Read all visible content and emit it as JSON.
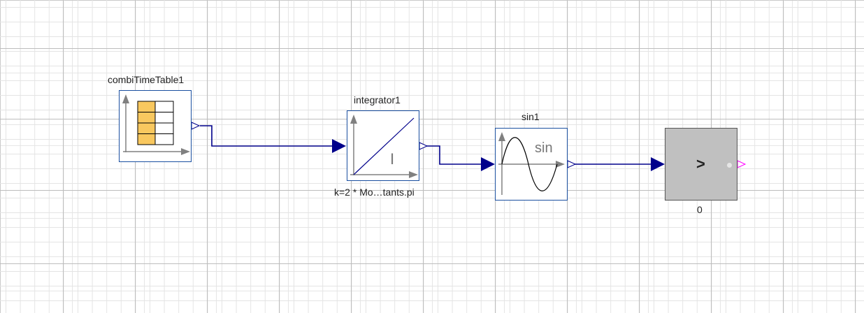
{
  "blocks": {
    "combi_time_table": {
      "name": "combiTimeTable1"
    },
    "integrator": {
      "name": "integrator1",
      "glyph": "I",
      "parameter": "k=2 * Mo…tants.pi"
    },
    "sine": {
      "name": "sin1",
      "glyph": "sin"
    },
    "greater": {
      "glyph": ">",
      "threshold": "0"
    }
  },
  "colors": {
    "connection": "#00008b",
    "block_border": "#1a4fa0",
    "table_fill": "#f9c85f",
    "greater_fill": "#c0c0c0",
    "boolean_port": "#ff00ff"
  }
}
